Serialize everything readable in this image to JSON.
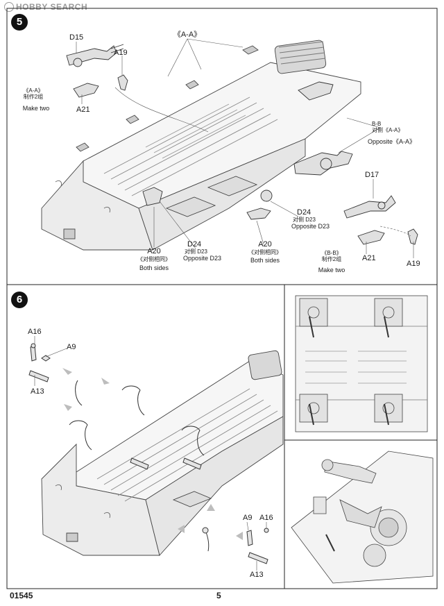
{
  "watermark": "HOBBY SEARCH",
  "step5": {
    "number": "5",
    "labels": {
      "aa_top": "《A-A》",
      "d15": "D15",
      "a19_top": "A19",
      "a21_top": "A21",
      "aa_make_cn": "《A-A》\n制作2组",
      "aa_make_en": "Make two",
      "bb_cn": "B-B\n对侧《A-A》",
      "bb_en": "Opposite《A-A》",
      "d17": "D17",
      "d24_right": "D24",
      "d24_right_cn": "对侧 D23",
      "d24_right_en": "Opposite D23",
      "d24_left": "D24",
      "d24_left_cn": "对侧 D23",
      "d24_left_en": "Opposite D23",
      "a20_left": "A20",
      "a20_left_cn": "《对侧相同》",
      "a20_left_en": "Both sides",
      "a20_mid": "A20",
      "a20_mid_cn": "《对侧相同》",
      "a20_mid_en": "Both sides",
      "bb_make_cn": "《B-B》\n制作2组",
      "bb_make_en": "Make two",
      "a21_bottom": "A21",
      "a19_bottom": "A19"
    }
  },
  "step6": {
    "number": "6",
    "labels": {
      "a16_top": "A16",
      "a9_top": "A9",
      "a13_top": "A13",
      "a9_bottom": "A9",
      "a16_bottom": "A16",
      "a13_bottom": "A13"
    }
  },
  "footer": {
    "code": "01545",
    "page": "5"
  }
}
